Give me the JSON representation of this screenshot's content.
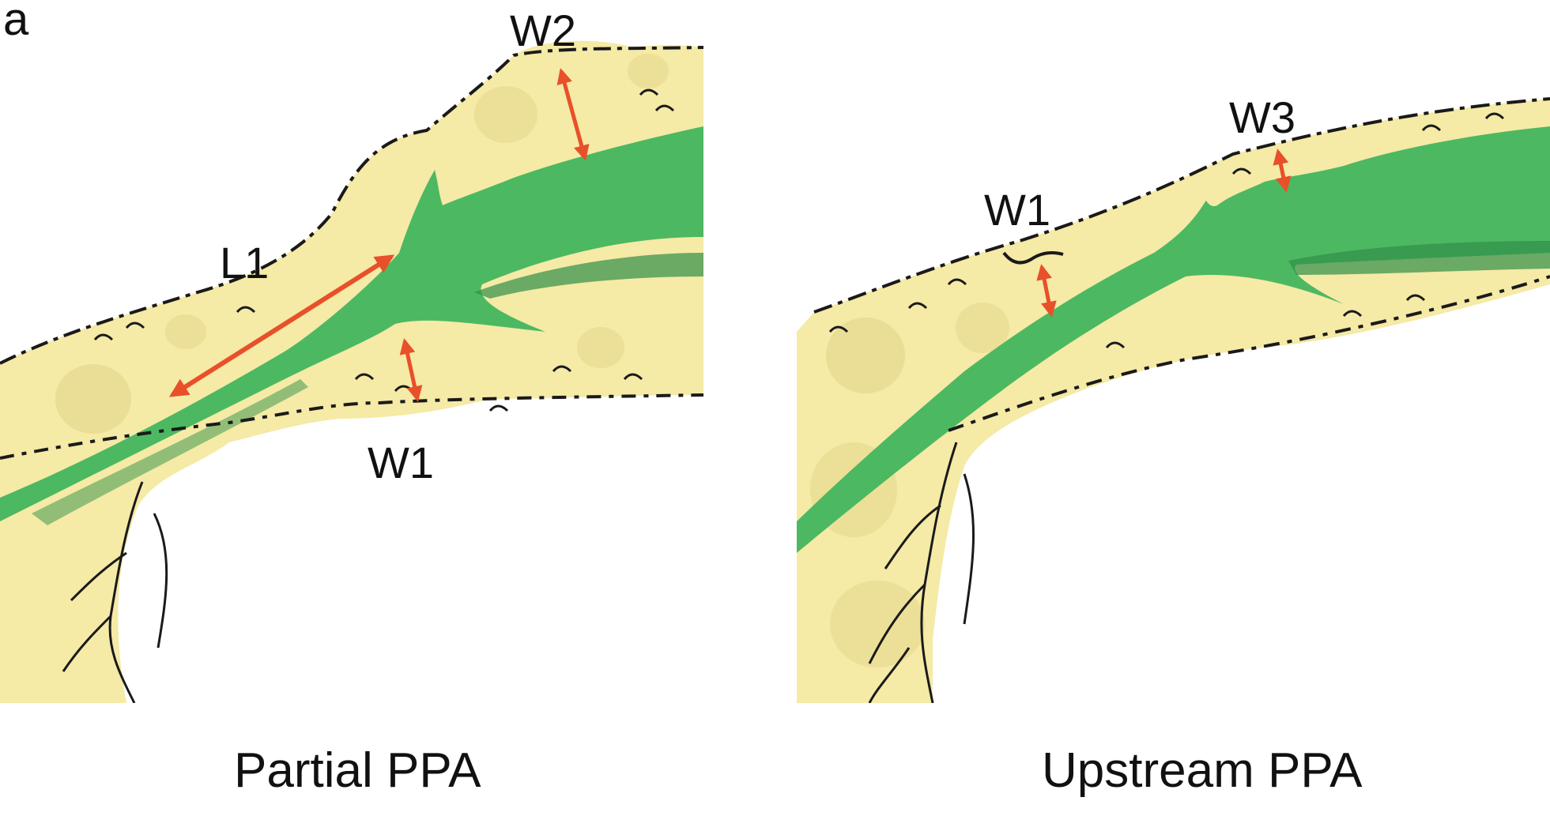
{
  "panel_letter": "a",
  "left_panel": {
    "caption": "Partial PPA",
    "labels": {
      "w2": "W2",
      "l1": "L1",
      "w1": "W1"
    }
  },
  "right_panel": {
    "caption": "Upstream PPA",
    "labels": {
      "w3": "W3",
      "w1": "W1"
    }
  },
  "colors": {
    "tissue": "#f5eaa6",
    "tissue_shadow": "#e3d48a",
    "nerve": "#4db862",
    "nerve_dark": "#2f8f48",
    "arrow": "#e8502a",
    "outline": "#1a1a1a"
  }
}
